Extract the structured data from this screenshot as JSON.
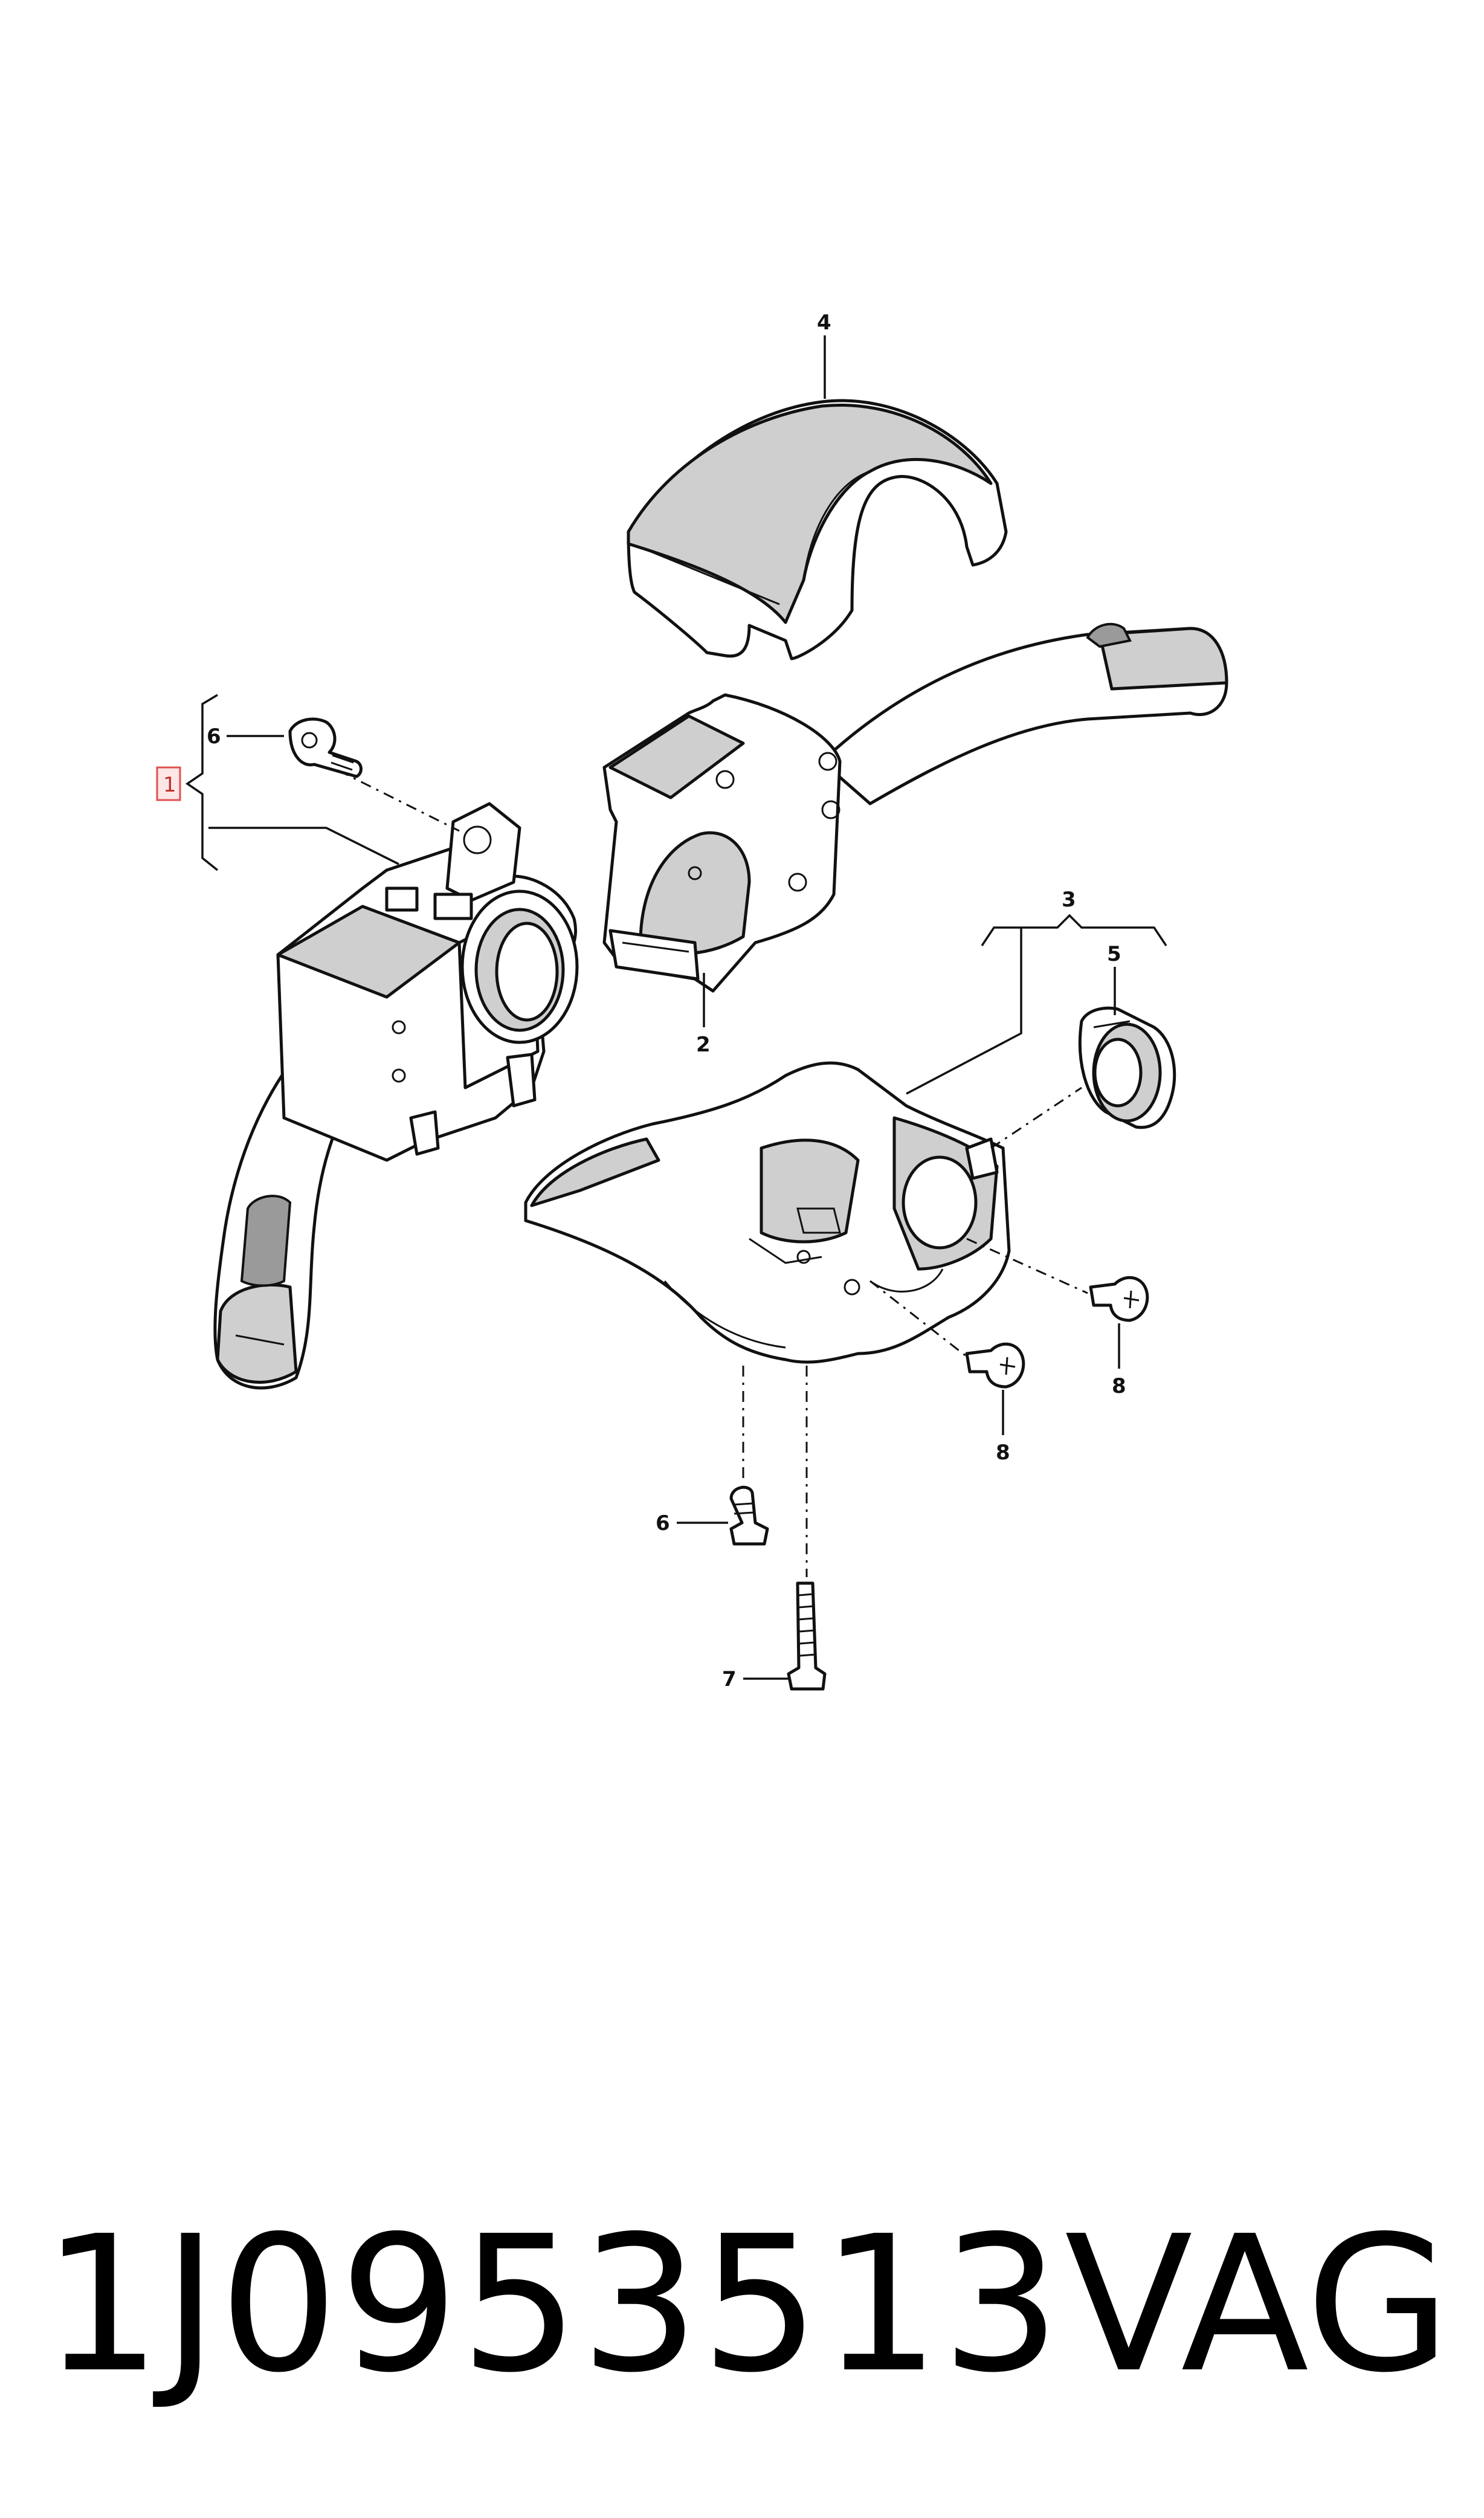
{
  "diagram": {
    "callouts": {
      "c1": "1",
      "c2": "2",
      "c3": "3",
      "c4": "4",
      "c5": "5",
      "c6a": "6",
      "c6b": "6",
      "c7": "7",
      "c8a": "8",
      "c8b": "8"
    },
    "highlight_color": "#e05050"
  },
  "footer": {
    "part_number": "1J0953513",
    "brand": "VAG"
  }
}
